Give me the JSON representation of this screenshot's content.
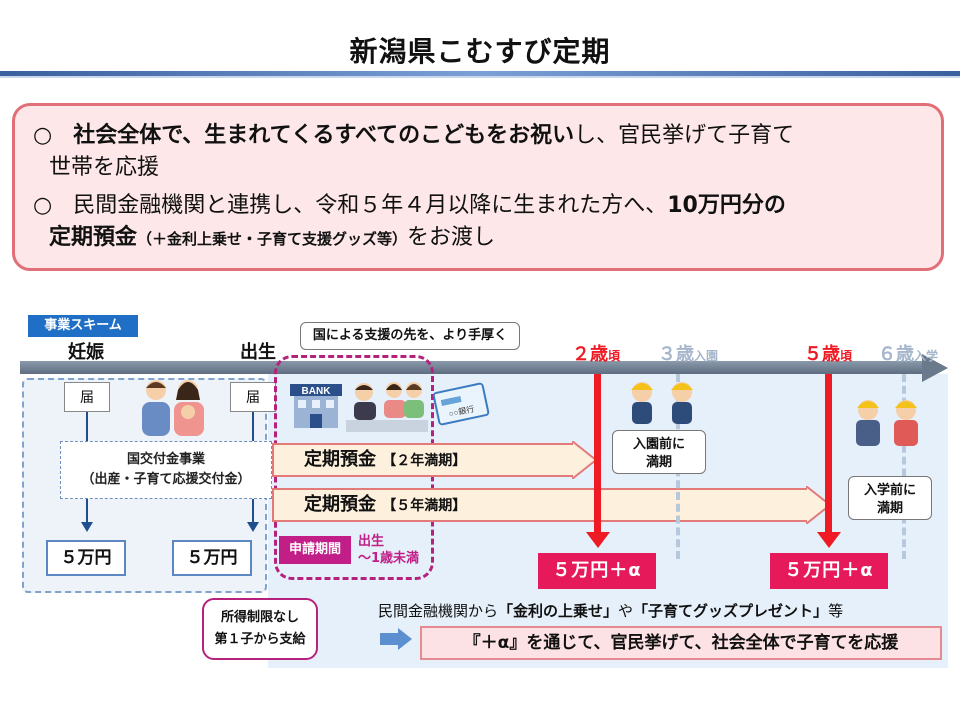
{
  "title": "新潟県こむすび定期",
  "summary": {
    "bullet": "○",
    "line1_bold": "社会全体で、生まれてくるすべてのこどもをお祝い",
    "line1_rest": "し、官民挙げて子育て",
    "line1_cont": "世帯を応援",
    "line2_text": "民間金融機関と連携し、令和５年４月以降に生まれた方へ、",
    "line2_bold": "10万円分の",
    "line3_bold": "定期預金",
    "line3_small": "（＋金利上乗せ・子育て支援グッズ等）",
    "line3_rest": "をお渡し"
  },
  "scheme": {
    "tag": "事業スキーム",
    "pregnancy": "妊娠",
    "birth": "出生",
    "todoke": "届",
    "bank_sign": "BANK",
    "bankbook_text": "○○銀行",
    "kofu_line1": "国交付金事業",
    "kofu_line2": "（出産・子育て応援交付金）",
    "yen5man": "５万円",
    "callout": "国による支援の先を、より手厚く",
    "shinsei_label": "申請期間",
    "shinsei_line1": "出生",
    "shinsei_line2": "～1歳未満",
    "deposit_label": "定期預金",
    "deposit_2yr": "【２年満期】",
    "deposit_5yr": "【５年満期】",
    "age2": "２歳",
    "age3": "３歳",
    "age5": "５歳",
    "age6": "６歳",
    "koro": "頃",
    "nyuen": "入園",
    "nyugaku": "入学",
    "bubble1_line1": "入園前に",
    "bubble1_line2": "満期",
    "bubble2_line1": "入学前に",
    "bubble2_line2": "満期",
    "payout": "５万円＋α",
    "shotoku_line1": "所得制限なし",
    "shotoku_line2": "第１子から支給",
    "kinyu_prefix": "民間金融機関から",
    "kinyu_q1": "「金利の上乗せ」",
    "kinyu_mid": "や",
    "kinyu_q2": "「子育てグッズプレゼント」",
    "kinyu_suffix": "等",
    "banner": "『＋α』を通じて、官民挙げて、社会全体で子育てを応援"
  },
  "colors": {
    "accent_red": "#ee1b24",
    "payout_pink": "#e61a5a",
    "magenta": "#b5227d",
    "scheme_blue": "#1f6fc7",
    "summary_bg": "#fde7e8"
  }
}
